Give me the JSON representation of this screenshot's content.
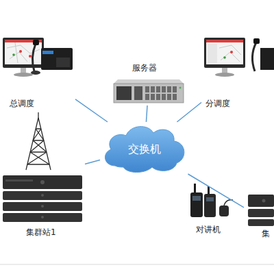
{
  "diagram": {
    "nodes": [
      {
        "text": [
          "总调度"
        ]
      },
      {
        "text": [
          "服务器"
        ]
      },
      {
        "text": [
          "分调度"
        ]
      },
      {
        "text": [
          "交换机"
        ]
      },
      {
        "text": [
          "集群站1"
        ]
      },
      {
        "text": [
          "集"
        ]
      }
    ],
    "edges": [
      {
        "from": 0,
        "to": 3,
        "arrow": "none"
      },
      {
        "from": 1,
        "to": 3,
        "arrow": "none"
      },
      {
        "from": 2,
        "to": 3,
        "arrow": "none"
      },
      {
        "from": 4,
        "to": 3,
        "arrow": "none"
      },
      {
        "from": 3,
        "to": 5,
        "arrow": "none"
      }
    ],
    "labels": [
      "对讲机"
    ]
  }
}
